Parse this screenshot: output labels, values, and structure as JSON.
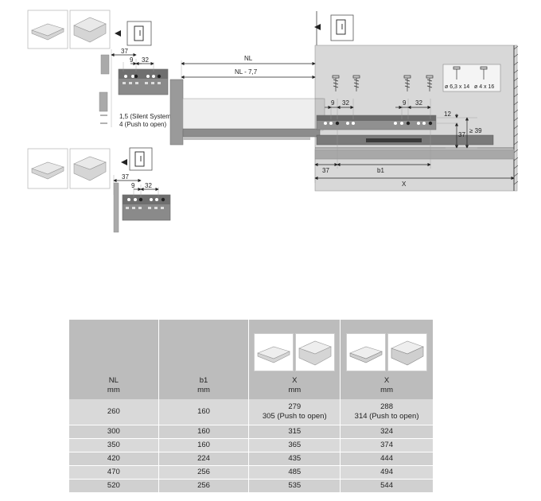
{
  "drawing": {
    "nl": "NL",
    "nl_minus": "NL - 7,7",
    "dim_37_top": "37",
    "dim_9_top": "9",
    "dim_32_top": "32",
    "gap_silent": "1,5 (Silent System)",
    "gap_push": "4 (Push to open)",
    "dim_37_bottom": "37",
    "dim_9_bottom": "9",
    "dim_32_bottom": "32",
    "side_9a": "9",
    "side_32a": "32",
    "side_9b": "9",
    "side_32b": "32",
    "h_12": "12",
    "h_37": "37",
    "h_39": "≥ 39",
    "x_37": "37",
    "x_b1": "b1",
    "x_X": "X",
    "screw_1": "ø 6,3 x 14",
    "screw_2": "ø 4 x 16"
  },
  "table": {
    "headers": {
      "nl": "NL",
      "nl_unit": "mm",
      "b1": "b1",
      "b1_unit": "mm",
      "x1": "X",
      "x1_unit": "mm",
      "x2": "X",
      "x2_unit": "mm"
    },
    "rows": [
      {
        "nl": "260",
        "b1": "160",
        "x1": "279",
        "x1b": "305 (Push to open)",
        "x2": "288",
        "x2b": "314 (Push to open)"
      },
      {
        "nl": "300",
        "b1": "160",
        "x1": "315",
        "x2": "324"
      },
      {
        "nl": "350",
        "b1": "160",
        "x1": "365",
        "x2": "374"
      },
      {
        "nl": "420",
        "b1": "224",
        "x1": "435",
        "x2": "444"
      },
      {
        "nl": "470",
        "b1": "256",
        "x1": "485",
        "x2": "494"
      },
      {
        "nl": "520",
        "b1": "256",
        "x1": "535",
        "x2": "544"
      }
    ]
  }
}
